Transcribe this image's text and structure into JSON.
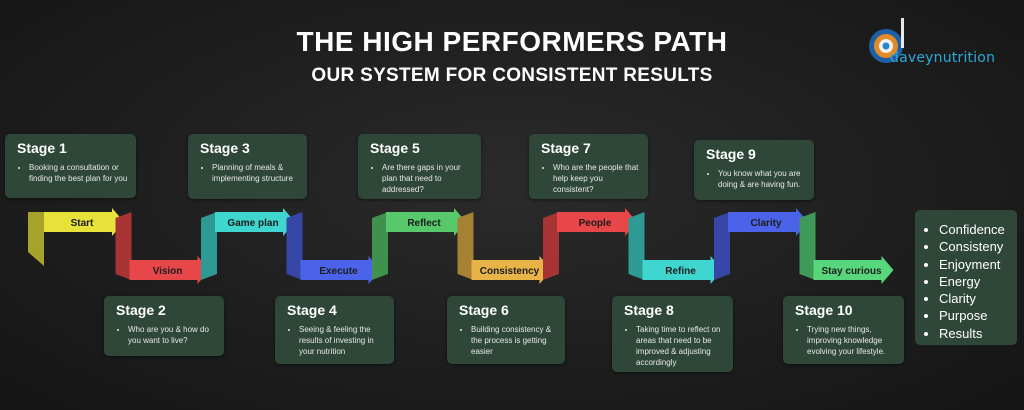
{
  "title": "THE HIGH PERFORMERS PATH",
  "subtitle": "OUR SYSTEM FOR CONSISTENT RESULTS",
  "logo": {
    "text": "daveynutrition",
    "icon": "target-d-icon"
  },
  "stages": [
    {
      "label": "Stage 1",
      "text": "Booking a consultation or finding the best plan for you"
    },
    {
      "label": "Stage 2",
      "text": "Who are you & how do you want to live?"
    },
    {
      "label": "Stage 3",
      "text": "Planning of meals & implementing structure"
    },
    {
      "label": "Stage 4",
      "text": "Seeing & feeling the results of investing in your nutrition"
    },
    {
      "label": "Stage 5",
      "text": "Are there gaps in your plan that need to addressed?"
    },
    {
      "label": "Stage 6",
      "text": "Building consistency & the process is getting easier"
    },
    {
      "label": "Stage 7",
      "text": "Who are the people that help keep you consistent?"
    },
    {
      "label": "Stage 8",
      "text": "Taking time to reflect on areas that need to be improved & adjusting accordingly"
    },
    {
      "label": "Stage 9",
      "text": "You know what you are doing & are having fun."
    },
    {
      "label": "Stage 10",
      "text": "Trying new things, improving knowledge evolving your lifestyle."
    }
  ],
  "steps": [
    {
      "label": "Start",
      "color": "#e6e23a"
    },
    {
      "label": "Vision",
      "color": "#e8474a"
    },
    {
      "label": "Game plan",
      "color": "#3fd6d0"
    },
    {
      "label": "Execute",
      "color": "#4b63e8"
    },
    {
      "label": "Reflect",
      "color": "#57c96b"
    },
    {
      "label": "Consistency",
      "color": "#e8b347"
    },
    {
      "label": "People",
      "color": "#e8474a"
    },
    {
      "label": "Refine",
      "color": "#3fd6d0"
    },
    {
      "label": "Clarity",
      "color": "#4b63e8"
    },
    {
      "label": "Stay curious",
      "color": "#57d67b"
    }
  ],
  "outcomes": [
    "Confidence",
    "Consisteny",
    "Enjoyment",
    "Energy",
    "Clarity",
    "Purpose",
    "Results"
  ]
}
